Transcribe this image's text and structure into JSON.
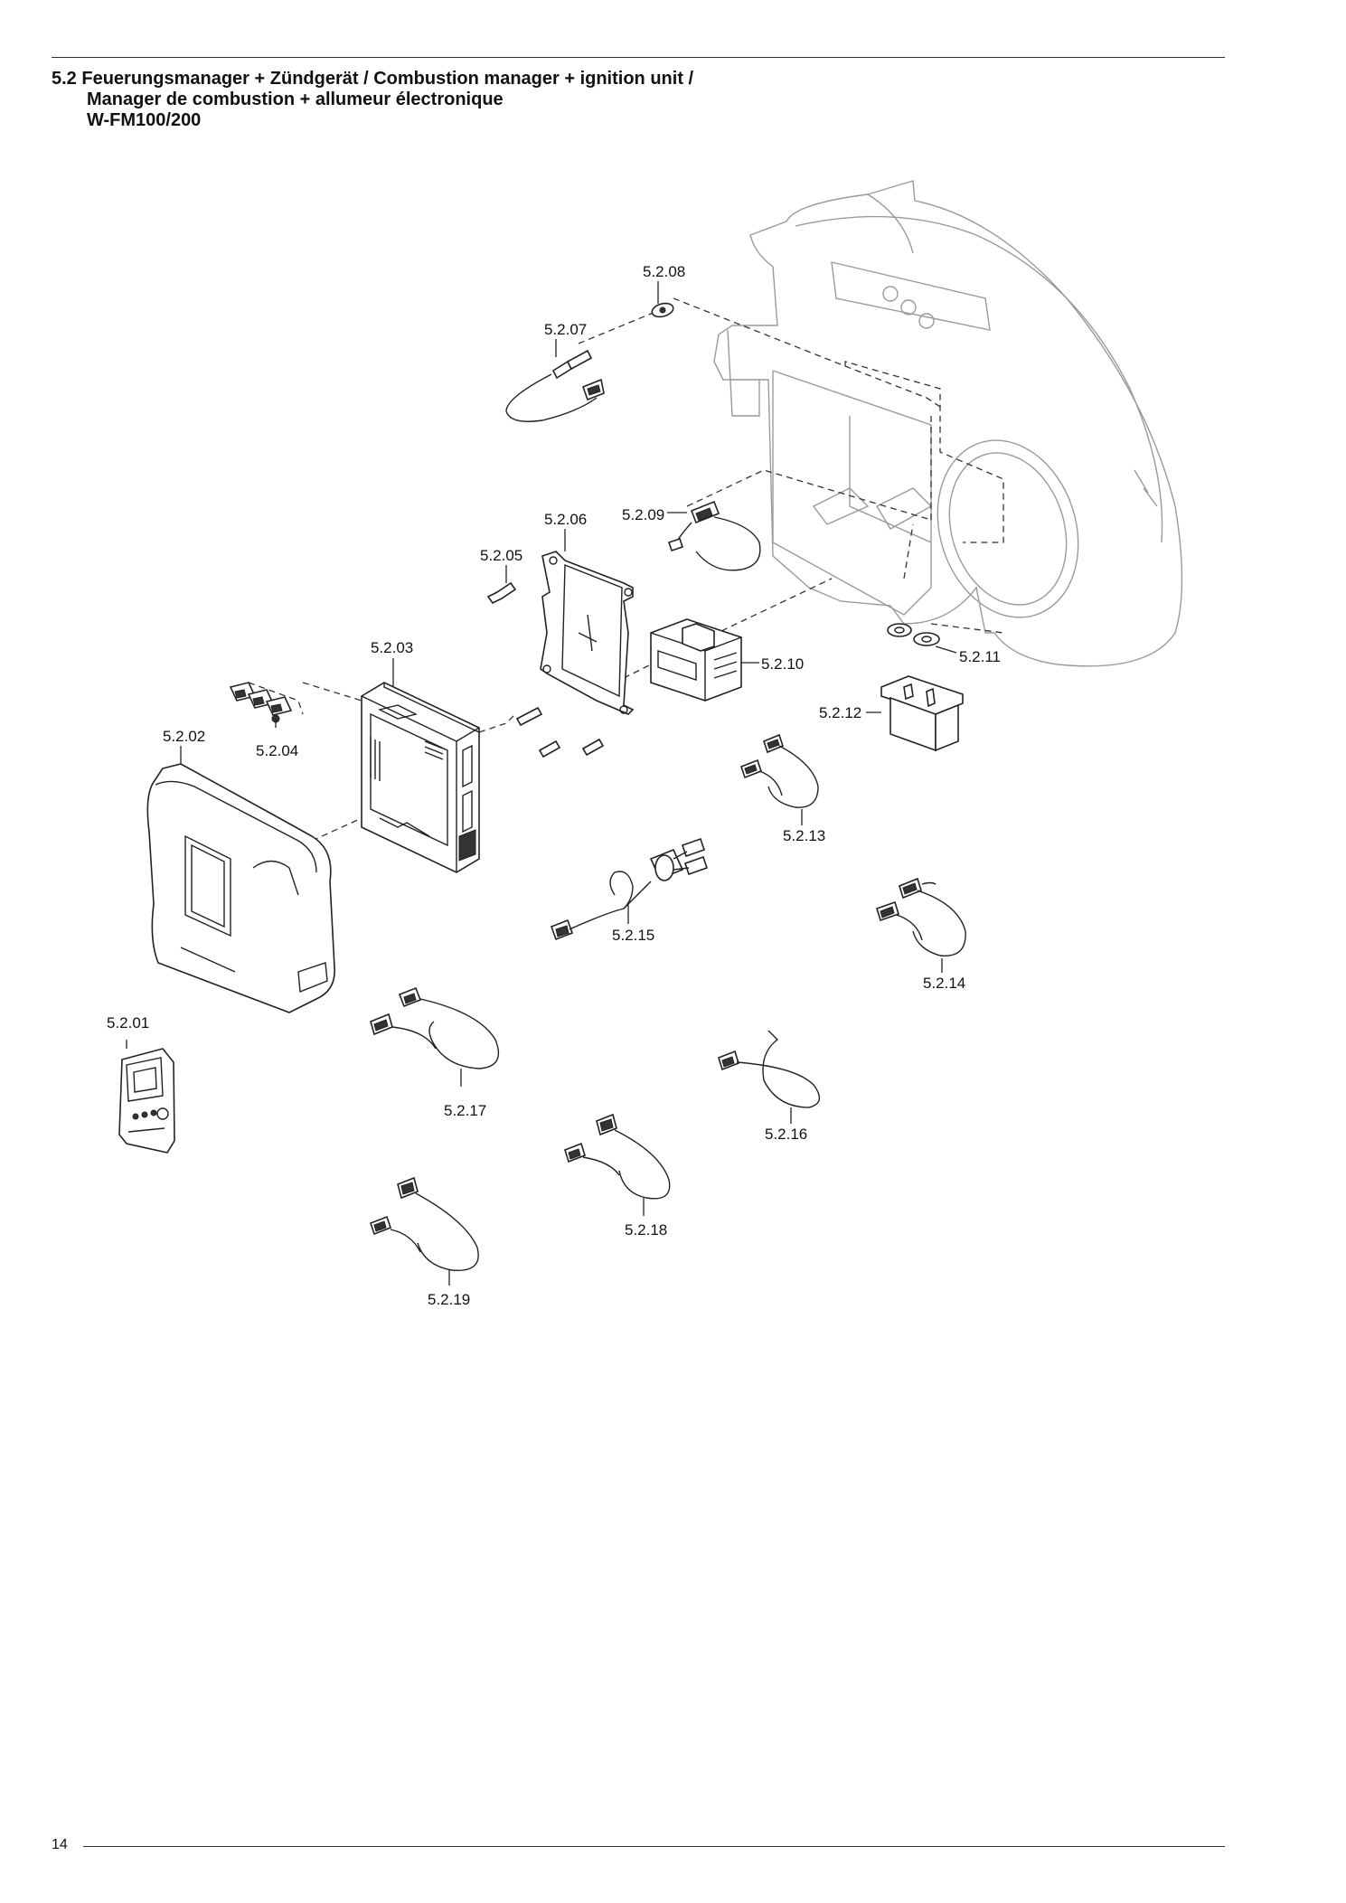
{
  "header": {
    "title_line1": "5.2 Feuerungsmanager + Zündgerät / Combustion manager + ignition unit /",
    "title_line2": "Manager de combustion + allumeur électronique",
    "title_line3": "W-FM100/200"
  },
  "diagram": {
    "labels": {
      "p01": "5.2.01",
      "p02": "5.2.02",
      "p03": "5.2.03",
      "p04": "5.2.04",
      "p05": "5.2.05",
      "p06": "5.2.06",
      "p07": "5.2.07",
      "p08": "5.2.08",
      "p09": "5.2.09",
      "p10": "5.2.10",
      "p11": "5.2.11",
      "p12": "5.2.12",
      "p13": "5.2.13",
      "p14": "5.2.14",
      "p15": "5.2.15",
      "p16": "5.2.16",
      "p17": "5.2.17",
      "p18": "5.2.18",
      "p19": "5.2.19"
    }
  },
  "footer": {
    "page_number": "14"
  }
}
